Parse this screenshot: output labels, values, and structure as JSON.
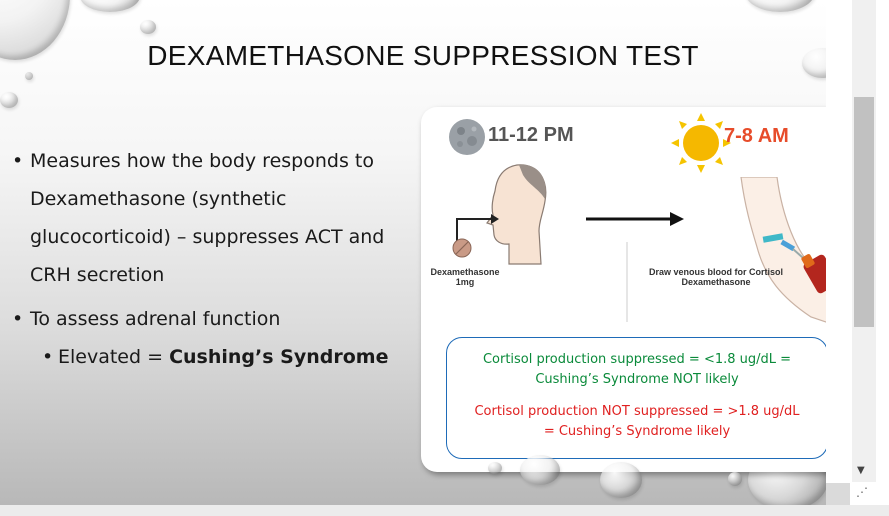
{
  "slide": {
    "title": "DEXAMETHASONE SUPPRESSION TEST",
    "bullets": [
      "Measures how the body responds to Dexamethasone (synthetic glucocorticoid) – suppresses ACT and CRH secretion",
      "To assess adrenal function"
    ],
    "sub_bullet_prefix": "Elevated = ",
    "sub_bullet_bold": "Cushing’s Syndrome",
    "bullet_char": "•"
  },
  "figure": {
    "time_left": "11-12 PM",
    "time_right": "7-8 AM",
    "label_left": [
      "Dexamethasone",
      "1mg"
    ],
    "label_right": [
      "Draw venous blood for Cortisol",
      "Dexamethasone"
    ]
  },
  "info_box": {
    "green_line1": "Cortisol production suppressed = <1.8 ug/dL =",
    "green_line2": "Cushing’s Syndrome NOT likely",
    "red_line1": "Cortisol production NOT suppressed = >1.8 ug/dL",
    "red_line2": "= Cushing’s Syndrome likely"
  },
  "scrollbar": {
    "down_arrow": "▼",
    "resize_grip": "⋰"
  },
  "colors": {
    "accent_green": "#0a8a3a",
    "accent_red": "#e02020",
    "box_border": "#1e6bb8",
    "sun": "#f5b800",
    "sun_arrows": "#f5c400"
  }
}
